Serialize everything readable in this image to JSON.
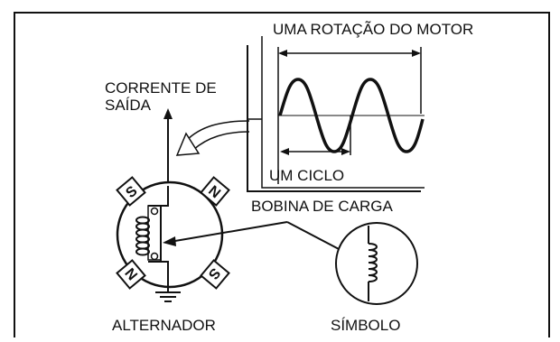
{
  "labels": {
    "rotation": "UMA ROTAÇÃO DO MOTOR",
    "output_current_line1": "CORRENTE DE",
    "output_current_line2": "SAÍDA",
    "cycle": "UM CICLO",
    "charge_coil": "BOBINA DE CARGA",
    "alternator": "ALTERNADOR",
    "symbol": "SÍMBOLO"
  },
  "magnet_poles": [
    "S",
    "N",
    "N",
    "S"
  ],
  "colors": {
    "ink": "#111111",
    "background": "#ffffff"
  },
  "waveform": {
    "cycles_shown": 2
  }
}
